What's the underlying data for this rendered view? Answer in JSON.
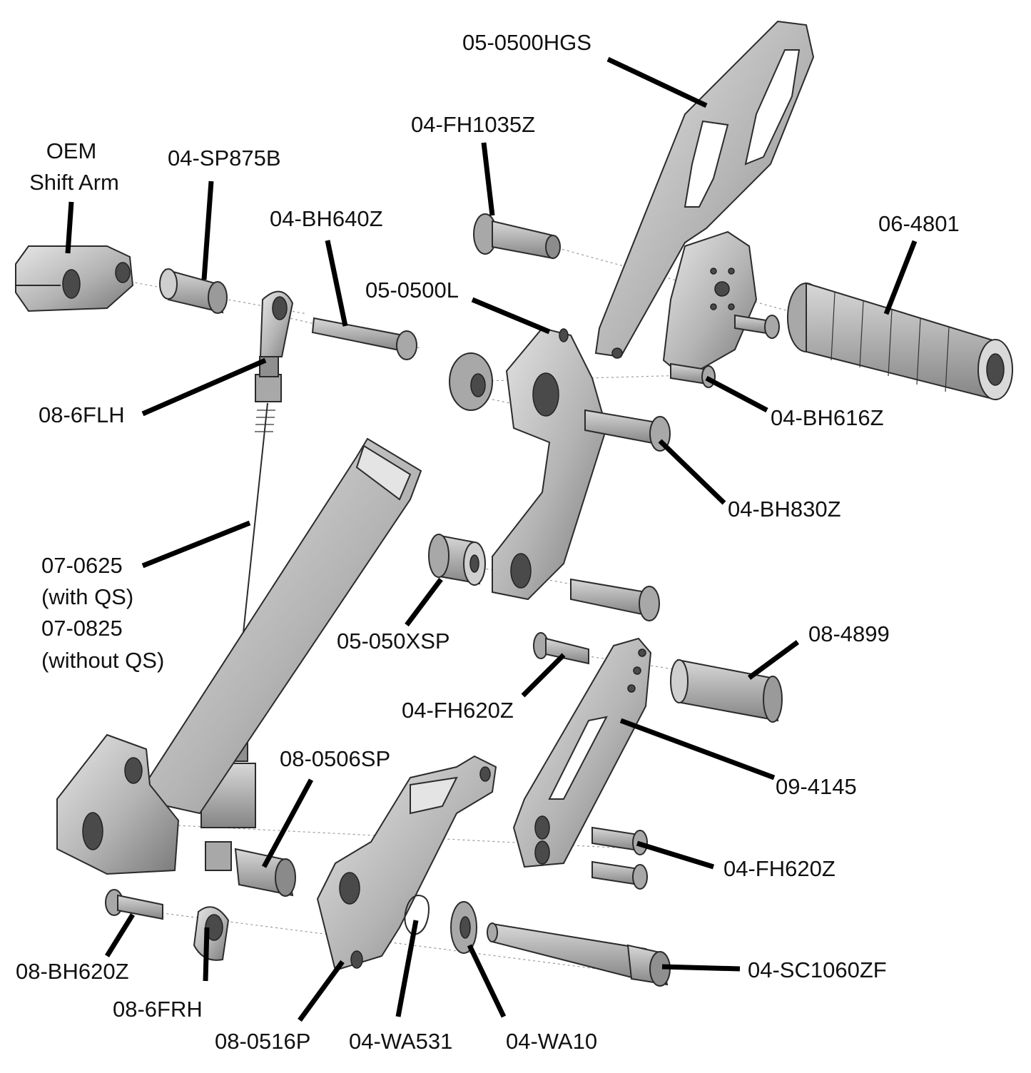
{
  "labels": {
    "oem_line1": "OEM",
    "oem_line2": "Shift Arm",
    "sp875b": "04-SP875B",
    "bh640z": "04-BH640Z",
    "fh1035z": "04-FH1035Z",
    "hgs": "05-0500HGS",
    "l0500": "05-0500L",
    "k4801": "06-4801",
    "flh": "08-6FLH",
    "bh616z": "04-BH616Z",
    "bh830z": "04-BH830Z",
    "rod_line1": "07-0625",
    "rod_line2": "(with QS)",
    "rod_line3": "07-0825",
    "rod_line4": "(without QS)",
    "xsp": "05-050XSP",
    "k4899": "08-4899",
    "fh620z_top": "04-FH620Z",
    "k0506sp": "08-0506SP",
    "k4145": "09-4145",
    "fh620z_bottom": "04-FH620Z",
    "bh620z": "08-BH620Z",
    "sc1060zf": "04-SC1060ZF",
    "frh": "08-6FRH",
    "k0516p": "08-0516P",
    "wa531": "04-WA531",
    "wa10": "04-WA10"
  },
  "colors": {
    "part_fill": "#a8a8a8",
    "part_shadow": "#6e6e6e",
    "leader": "#000000",
    "text": "#111111"
  }
}
